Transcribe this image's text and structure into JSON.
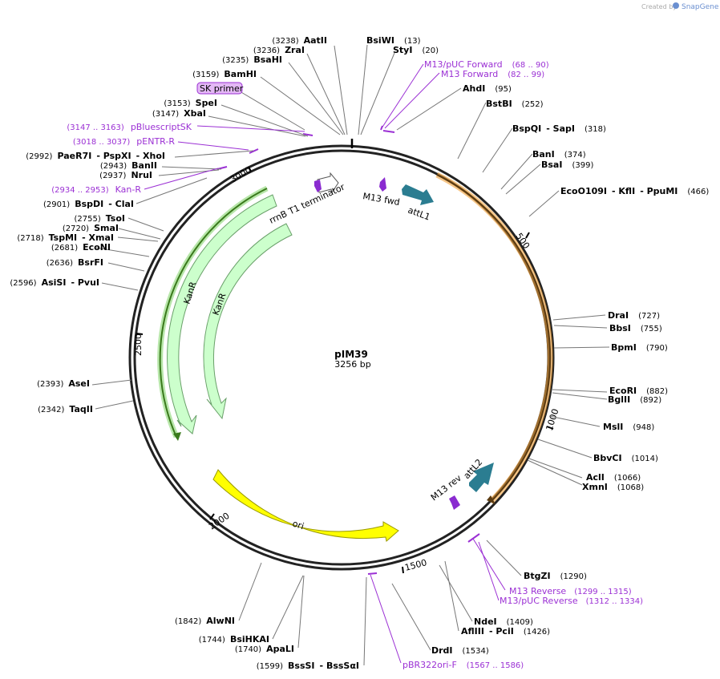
{
  "credit": {
    "created_by": "Created by",
    "brand": "SnapGene"
  },
  "plasmid": {
    "name": "pIM39",
    "length_label": "3256 bp"
  },
  "ticks": [
    "500",
    "1000",
    "1500",
    "2000",
    "2500",
    "3000"
  ],
  "features": [
    "attL1",
    "attL2",
    "rrnB T1 terminator",
    "M13 fwd",
    "M13 rev",
    "KanR",
    "KanR",
    "ori"
  ],
  "sites": [
    {
      "pos": "(3238)",
      "name": "AatII"
    },
    {
      "pos": "(3236)",
      "name": "ZraI"
    },
    {
      "pos": "(3235)",
      "name": "BsaHI"
    },
    {
      "pos": "(3159)",
      "name": "BamHI"
    },
    {
      "pos": "(3153)",
      "name": "SpeI"
    },
    {
      "pos": "(3147)",
      "name": "XbaI"
    },
    {
      "pos": "(2992)",
      "name": "PaeR7I",
      "name2": "PspXI",
      "name3": "XhoI"
    },
    {
      "pos": "(2943)",
      "name": "BanII"
    },
    {
      "pos": "(2937)",
      "name": "NruI"
    },
    {
      "pos": "(2901)",
      "name": "BspDI",
      "name2": "ClaI"
    },
    {
      "pos": "(2755)",
      "name": "TsoI"
    },
    {
      "pos": "(2720)",
      "name": "SmaI"
    },
    {
      "pos": "(2718)",
      "name": "TspMI",
      "name2": "XmaI"
    },
    {
      "pos": "(2681)",
      "name": "EcoNI"
    },
    {
      "pos": "(2636)",
      "name": "BsrFI"
    },
    {
      "pos": "(2596)",
      "name": "AsiSI",
      "name2": "PvuI"
    },
    {
      "pos": "(2393)",
      "name": "AseI"
    },
    {
      "pos": "(2342)",
      "name": "TaqII"
    },
    {
      "pos": "(1842)",
      "name": "AlwNI"
    },
    {
      "pos": "(1744)",
      "name": "BsiHKAI"
    },
    {
      "pos": "(1740)",
      "name": "ApaLI"
    },
    {
      "pos": "(1599)",
      "name": "BssSI",
      "name2": "BssSαI"
    },
    {
      "name": "BsiWI",
      "pos": "(13)"
    },
    {
      "name": "StyI",
      "pos": "(20)"
    },
    {
      "name": "AhdI",
      "pos": "(95)"
    },
    {
      "name": "BstBI",
      "pos": "(252)"
    },
    {
      "name": "BspQI",
      "name2": "SapI",
      "pos": "(318)"
    },
    {
      "name": "BanI",
      "pos": "(374)"
    },
    {
      "name": "BsaI",
      "pos": "(399)"
    },
    {
      "name": "EcoO109I",
      "name2": "KflI",
      "name3": "PpuMI",
      "pos": "(466)"
    },
    {
      "name": "DraI",
      "pos": "(727)"
    },
    {
      "name": "BbsI",
      "pos": "(755)"
    },
    {
      "name": "BpmI",
      "pos": "(790)"
    },
    {
      "name": "EcoRI",
      "pos": "(882)"
    },
    {
      "name": "BglII",
      "pos": "(892)"
    },
    {
      "name": "MslI",
      "pos": "(948)"
    },
    {
      "name": "BbvCI",
      "pos": "(1014)"
    },
    {
      "name": "AclI",
      "pos": "(1066)"
    },
    {
      "name": "XmnI",
      "pos": "(1068)"
    },
    {
      "name": "BtgZI",
      "pos": "(1290)"
    },
    {
      "name": "NdeI",
      "pos": "(1409)"
    },
    {
      "name": "AflIII",
      "name2": "PciI",
      "pos": "(1426)"
    },
    {
      "name": "DrdI",
      "pos": "(1534)"
    }
  ],
  "primers": [
    {
      "name": "M13/pUC Forward",
      "pos": "(68 .. 90)"
    },
    {
      "name": "M13 Forward",
      "pos": "(82 .. 99)"
    },
    {
      "name": "SK primer"
    },
    {
      "pos": "(3147 .. 3163)",
      "name": "pBluescriptSK"
    },
    {
      "pos": "(3018 .. 3037)",
      "name": "pENTR-R"
    },
    {
      "pos": "(2934 .. 2953)",
      "name": "Kan-R"
    },
    {
      "name": "M13 Reverse",
      "pos": "(1299 .. 1315)"
    },
    {
      "name": "M13/pUC Reverse",
      "pos": "(1312 .. 1334)"
    },
    {
      "name": "pBR322ori-F",
      "pos": "(1567 .. 1586)"
    }
  ],
  "colors": {
    "backbone": "#222222",
    "primer": "#9b30d4",
    "attL": "#2b7d91",
    "kanr": "#ccffcc",
    "ori": "#ffff00",
    "orf_outline": "#f2a23a",
    "orf_green": "#3a7a1c",
    "term": "#ffffff"
  }
}
